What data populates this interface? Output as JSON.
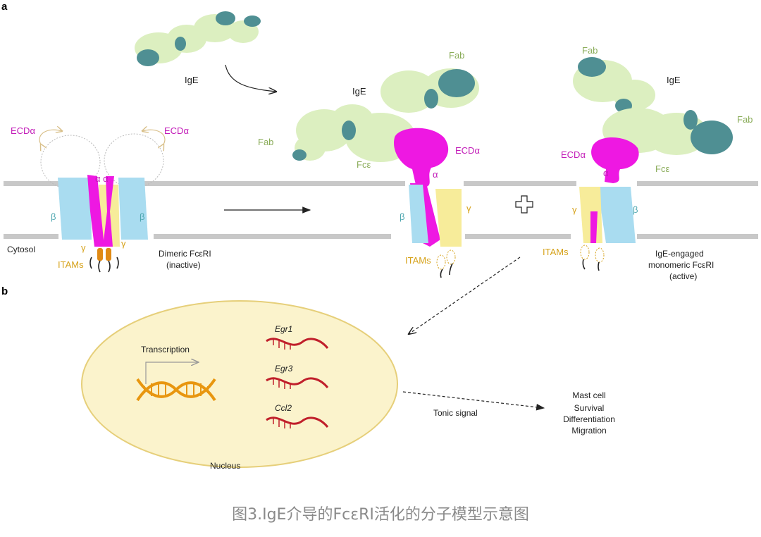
{
  "panels": {
    "a": "a",
    "b": "b"
  },
  "labels": {
    "ige_free": "IgE",
    "ecd_left": "ECDα",
    "ecd_right": "ECDα",
    "alpha_alpha": "α α",
    "beta_l": "β",
    "beta_r": "β",
    "gamma_l": "γ",
    "gamma_r": "γ",
    "cytosol": "Cytosol",
    "itams_1": "ITAMs",
    "dimeric_1": "Dimeric FcεRI",
    "dimeric_2": "(inactive)",
    "fab_top_mid": "Fab",
    "ige_mid": "IgE",
    "fab_left_mid": "Fab",
    "fce_mid": "Fcε",
    "ecd_mid": "ECDα",
    "alpha_mid": "α",
    "beta_mid": "β",
    "gamma_mid": "γ",
    "itams_mid": "ITAMs",
    "fab_top_right": "Fab",
    "ige_right": "IgE",
    "fab_right_right": "Fab",
    "ecd_right2": "ECDα",
    "alpha_right": "α",
    "fce_right": "Fcε",
    "gamma_right": "γ",
    "beta_right": "β",
    "itams_right": "ITAMs",
    "engaged_1": "IgE-engaged",
    "engaged_2": "monomeric FcεRI",
    "engaged_3": "(active)",
    "transcription": "Transcription",
    "egr1": "Egr1",
    "egr3": "Egr3",
    "ccl2": "Ccl2",
    "nucleus": "Nucleus",
    "tonic": "Tonic signal",
    "mast_1": "Mast cell",
    "mast_2": "Survival",
    "mast_3": "Differentiation",
    "mast_4": "Migration"
  },
  "caption": "图3.IgE介导的FcεRI活化的分子模型示意图",
  "colors": {
    "ige_light": "#dcefc0",
    "ige_dark": "#4f8f93",
    "ecd": "#ee18e2",
    "beta": "#a9dcf0",
    "gamma": "#f7ec9a",
    "membrane": "#c8c8c8",
    "nucleus_fill": "#fbf3cc",
    "nucleus_stroke": "#e6cf7a",
    "dna": "#e8960f",
    "rna": "#c01f2b",
    "itam_fill": "#e08a14"
  }
}
